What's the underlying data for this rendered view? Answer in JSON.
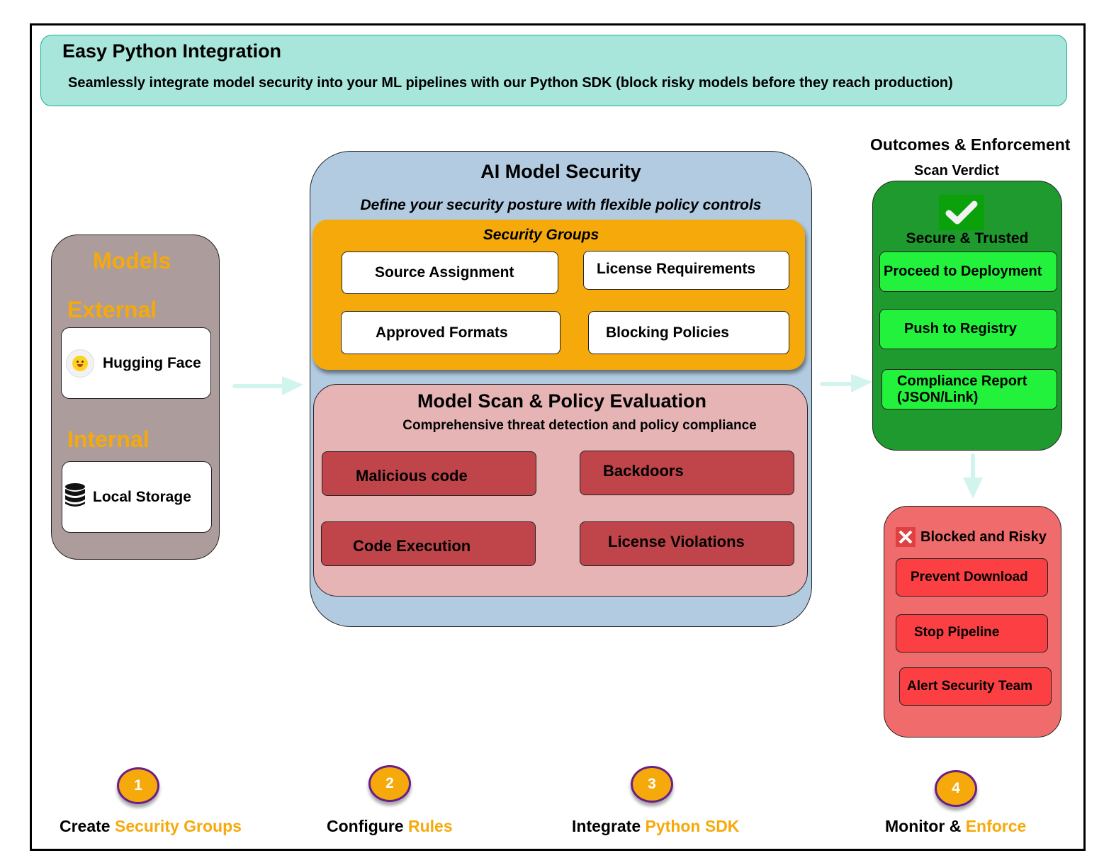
{
  "banner": {
    "title": "Easy Python Integration",
    "subtitle": "Seamlessly integrate model security into your ML pipelines with our Python SDK (block risky models before they reach production)"
  },
  "models": {
    "title": "Models",
    "external_label": "External",
    "internal_label": "Internal",
    "sources": [
      {
        "label": "Hugging Face",
        "icon": "hugging-face-icon"
      },
      {
        "label": "Local Storage",
        "icon": "database-icon"
      }
    ]
  },
  "ai_security": {
    "title": "AI Model Security",
    "subtitle": "Define your security posture with flexible policy controls",
    "security_groups": {
      "title": "Security Groups",
      "items": [
        "Source Assignment",
        "License Requirements",
        "Approved Formats",
        "Blocking Policies"
      ]
    },
    "scan": {
      "title": "Model Scan & Policy Evaluation",
      "subtitle": "Comprehensive threat detection and policy compliance",
      "threats": [
        "Malicious code",
        "Backdoors",
        "Code Execution",
        "License Violations"
      ]
    }
  },
  "outcomes": {
    "title": "Outcomes & Enforcement",
    "verdict_label": "Scan Verdict",
    "secure": {
      "label": "Secure & Trusted",
      "icon": "check-icon",
      "actions": [
        "Proceed to Deployment",
        "Push to Registry",
        "Compliance Report (JSON/Link)"
      ]
    },
    "blocked": {
      "label": "Blocked and Risky",
      "icon": "x-icon",
      "actions": [
        "Prevent Download",
        "Stop Pipeline",
        "Alert Security Team"
      ]
    }
  },
  "steps": [
    {
      "number": "1",
      "prefix": "Create",
      "highlight": "Security Groups"
    },
    {
      "number": "2",
      "prefix": "Configure",
      "highlight": "Rules"
    },
    {
      "number": "3",
      "prefix": "Integrate",
      "highlight": "Python SDK"
    },
    {
      "number": "4",
      "prefix": "Monitor &",
      "highlight": "Enforce"
    }
  ],
  "colors": {
    "accent_orange": "#f6a90a",
    "banner_teal": "#a8e6dc",
    "panel_blue": "#b2cbe1",
    "secure_green": "#1f9a2e",
    "action_green": "#22f23c",
    "blocked_red": "#f06b6b",
    "threat_red": "#c0454a",
    "step_border_purple": "#6a1f8a"
  }
}
